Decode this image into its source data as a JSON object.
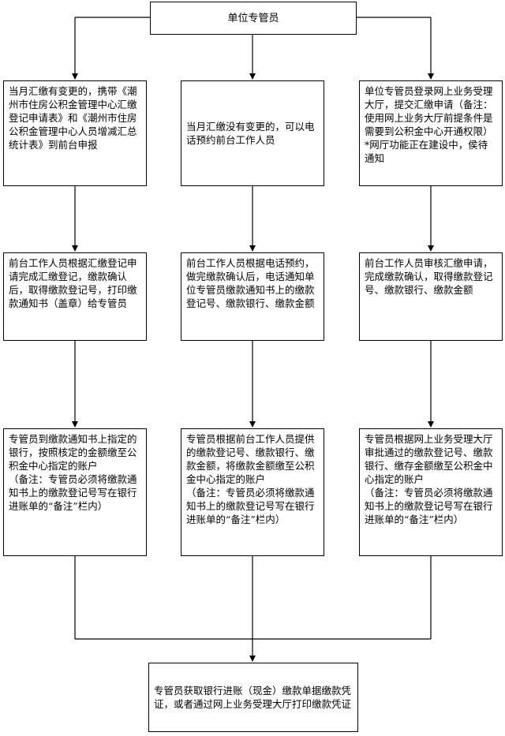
{
  "top": {
    "label": "单位专管员"
  },
  "columns": [
    {
      "step1": "当月汇缴有变更的，携带《潮州市住房公积金管理中心汇缴登记申请表》和《潮州市住房公积金管理中心人员增减汇总统计表》到前台申报",
      "step2": "前台工作人员根据汇缴登记申请完成汇缴登记，缴款确认后，取得缴款登记号，打印缴款通知书（盖章）给专管员",
      "step3": "专管员到缴款通知书上指定的银行，按照核定的金额缴至公积金中心指定的账户",
      "step3_note": "（备注：专管员必须将缴款通知书上的缴款登记号写在银行进账单的“备注”栏内）"
    },
    {
      "step1": "当月汇缴没有变更的，可以电话预约前台工作人员",
      "step2": "前台工作人员根据电话预约，做完缴款确认后，电话通知单位专管员缴款通知书上的缴款登记号、缴款银行、缴款金额",
      "step3": "专管员根据前台工作人员提供的缴款登记号、缴款银行、缴款金额，将缴款金额缴至公积金中心指定的账户",
      "step3_note": "（备注：专管员必须将缴款通知书上的缴款登记号写在银行进账单的“备注”栏内）"
    },
    {
      "step1": "单位专管员登录网上业务受理大厅，提交汇缴申请（备注：使用网上业务大厅前提条件是需要到公积金中心开通权限）",
      "step1_note": "*网厅功能正在建设中，侯待通知",
      "step2": "前台工作人员审核汇缴申请，完成缴款确认，取得缴款登记号、缴款银行、缴款金额",
      "step3": "专管员根据网上业务受理大厅审批通过的缴款登记号、缴款银行、缴存金额缴至公积金中心指定的账户",
      "step3_note": "（备注：专管员必须将缴款通知书上的缴款登记号写在银行进账单的“备注”栏内）"
    }
  ],
  "final": {
    "label": "专管员获取银行进账（现金）缴款单据缴款凭证，或者通过网上业务受理大厅打印缴款凭证"
  }
}
